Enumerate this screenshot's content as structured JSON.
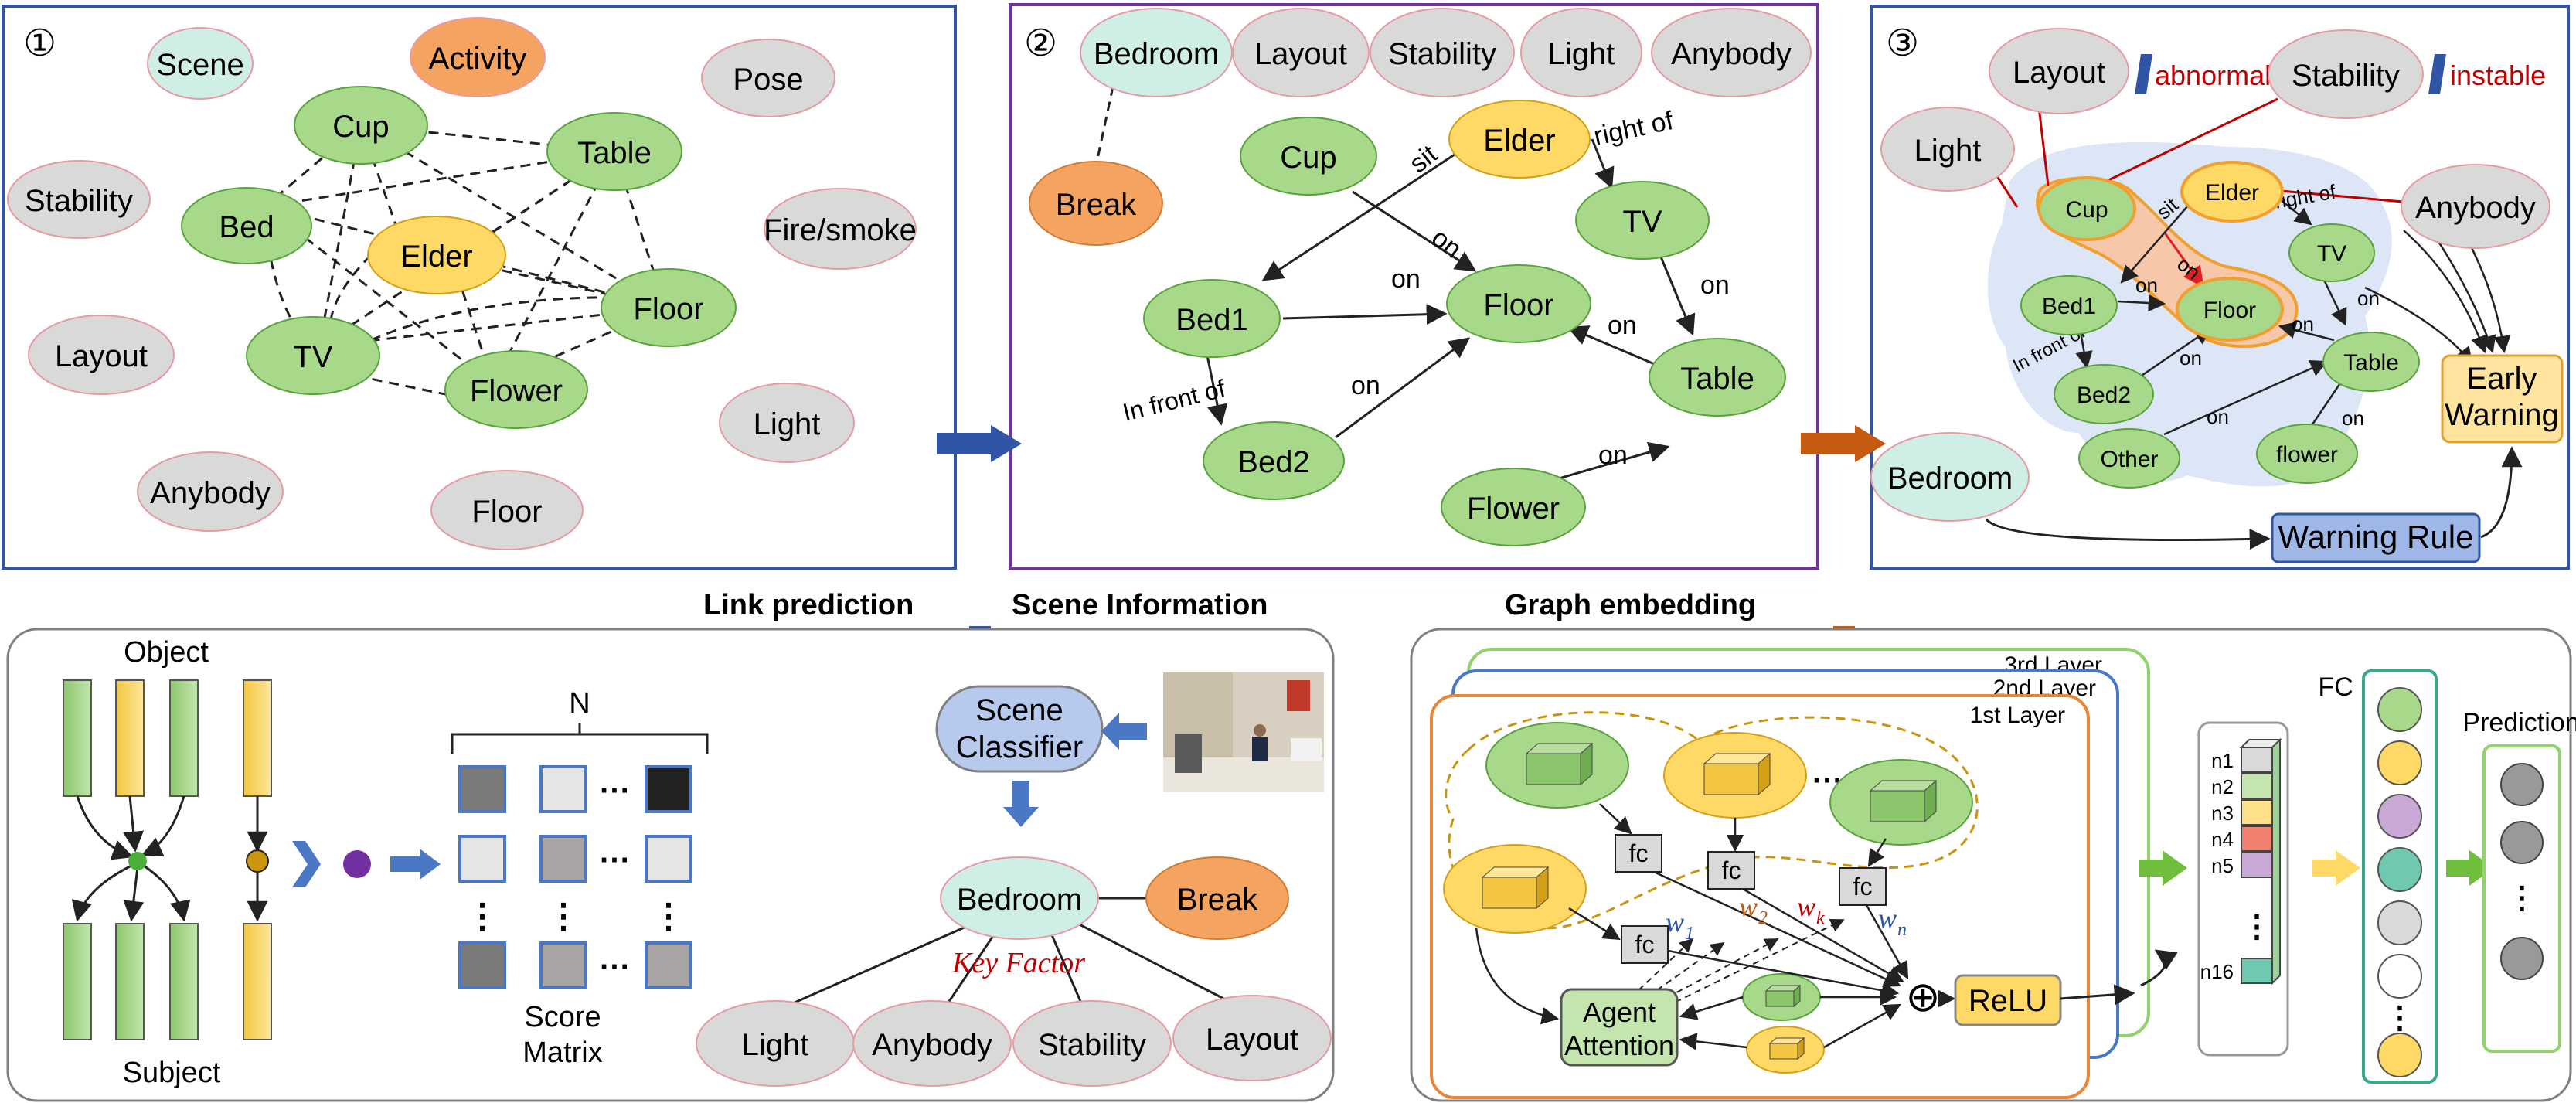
{
  "panel1": {
    "badge": "①",
    "nodes": {
      "scene": "Scene",
      "activity": "Activity",
      "pose": "Pose",
      "stability": "Stability",
      "fire": "Fire/smoke",
      "layout": "Layout",
      "light": "Light",
      "anybody": "Anybody",
      "floor_attr": "Floor",
      "cup": "Cup",
      "table": "Table",
      "bed": "Bed",
      "elder": "Elder",
      "floor": "Floor",
      "tv": "TV",
      "flower": "Flower"
    }
  },
  "panel2": {
    "badge": "②",
    "top": [
      "Bedroom",
      "Layout",
      "Stability",
      "Light",
      "Anybody"
    ],
    "nodes": {
      "break": "Break",
      "cup": "Cup",
      "elder": "Elder",
      "tv": "TV",
      "bed1": "Bed1",
      "floor": "Floor",
      "table": "Table",
      "bed2": "Bed2",
      "flower": "Flower"
    },
    "edges": {
      "sit": "sit",
      "right_of": "right of",
      "on_cup": "on",
      "on_bed1": "on",
      "on_tv": "on",
      "on_table": "on",
      "in_front_of": "In front of",
      "on_bed2": "on",
      "on_flower": "on"
    }
  },
  "panel3": {
    "badge": "③",
    "nodes": {
      "layout": "Layout",
      "stability": "Stability",
      "light": "Light",
      "anybody": "Anybody",
      "cup": "Cup",
      "elder": "Elder",
      "tv": "TV",
      "bed1": "Bed1",
      "floor": "Floor",
      "table": "Table",
      "bed2": "Bed2",
      "other": "Other",
      "flower": "flower",
      "bedroom": "Bedroom"
    },
    "abnormal": "abnormal",
    "instable": "instable",
    "edges": {
      "sit": "sit",
      "right_of": "right of",
      "on_cup": "on",
      "on_bed1": "on",
      "on_tv": "on",
      "on_table": "on",
      "in_front_of": "In front of",
      "on_bed2": "on",
      "on_other": "on",
      "on_flower": "on"
    },
    "early_warning_line1": "Early",
    "early_warning_line2": "Warning",
    "warning_rule": "Warning Rule"
  },
  "labels": {
    "link_prediction": "Link prediction",
    "scene_information": "Scene Information",
    "graph_embedding": "Graph embedding"
  },
  "bottom_left": {
    "object": "Object",
    "subject": "Subject",
    "n": "N",
    "score_line1": "Score",
    "score_line2": "Matrix",
    "dots": "···",
    "vdots": "⋮"
  },
  "bottom_mid": {
    "classifier_line1": "Scene",
    "classifier_line2": "Classifier",
    "bedroom": "Bedroom",
    "break": "Break",
    "key_factor": "Key Factor",
    "factors": [
      "Light",
      "Anybody",
      "Stability",
      "Layout"
    ]
  },
  "bottom_right": {
    "layer3": "3rd Layer",
    "layer2": "2nd Layer",
    "layer1": "1st Layer",
    "fc": "fc",
    "w1": "w",
    "w1_sub": "1",
    "w2": "w",
    "w2_sub": "2",
    "wk": "w",
    "wk_sub": "k",
    "wn": "w",
    "wn_sub": "n",
    "agent_line1": "Agent",
    "agent_line2": "Attention",
    "relu": "ReLU",
    "plus": "⊕",
    "dots": "···",
    "vdots": "⋮",
    "vector_labels": [
      "n1",
      "n2",
      "n3",
      "n4",
      "n5",
      "n16"
    ],
    "fc_label": "FC",
    "prediction": "Prediction"
  },
  "colors": {
    "green": "#a8d88a",
    "yellow": "#ffd966",
    "orange": "#f4a460",
    "gray": "#d9d9d9",
    "teal": "#cfeee6",
    "blue_border": "#2f55a4",
    "purple_border": "#7030a0",
    "red": "#c00000"
  }
}
